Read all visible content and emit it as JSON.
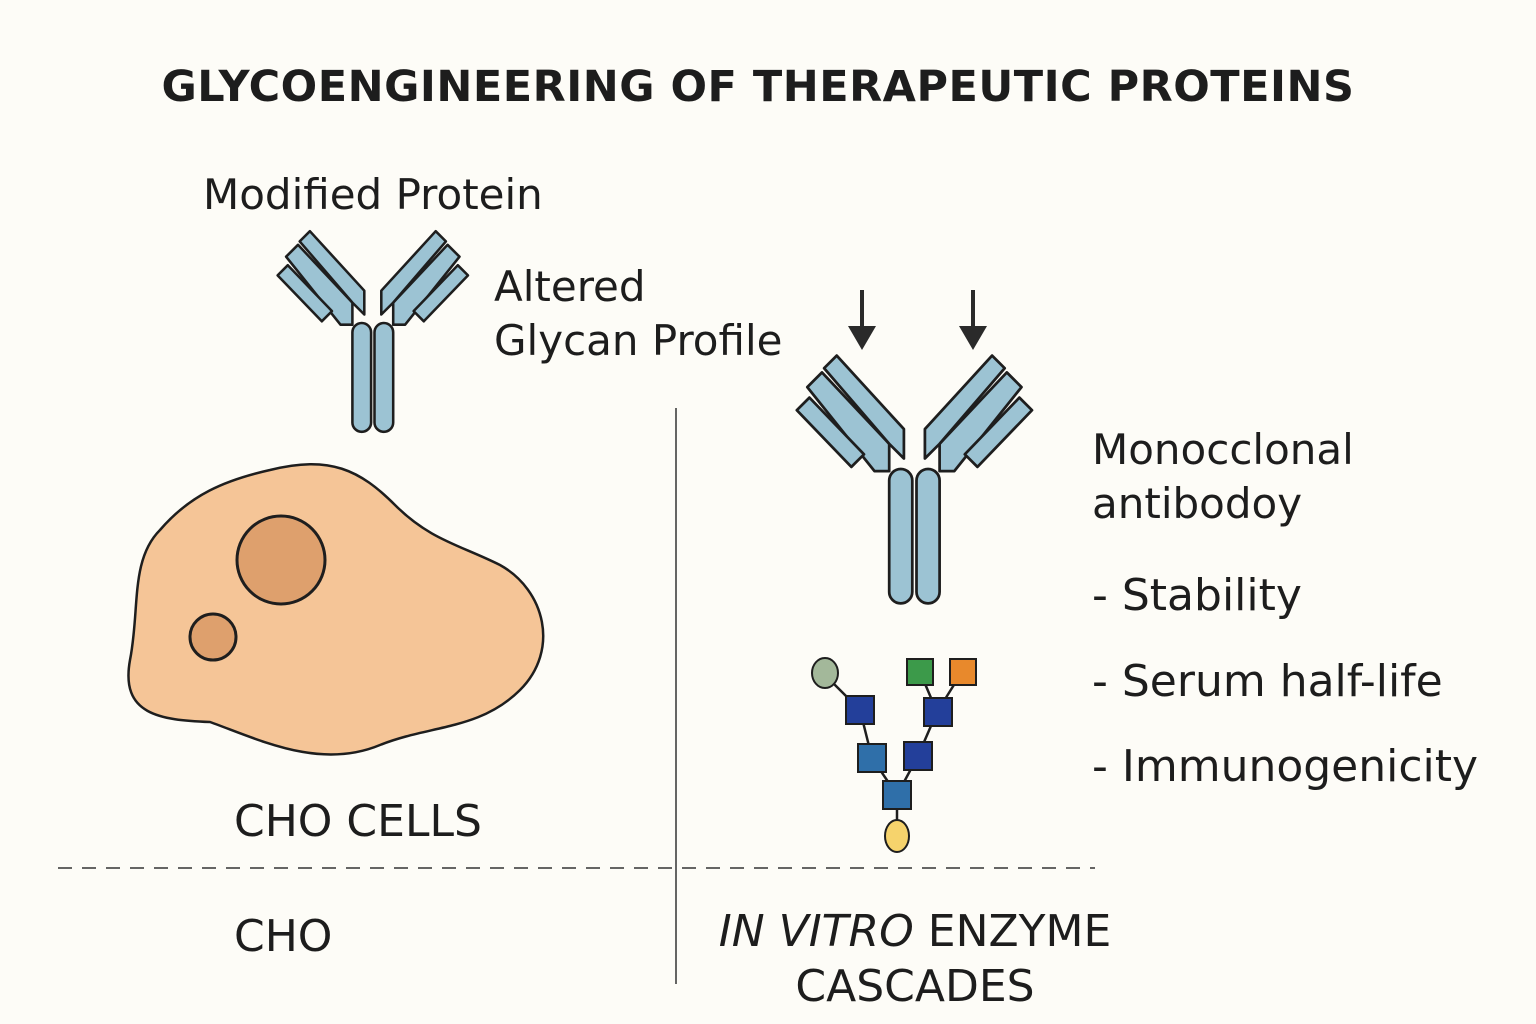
{
  "title": "GLYCOENGINEERING OF THERAPEUTIC PROTEINS",
  "left_panel": {
    "modified_protein_label": "Modified Protein",
    "altered_glycan_line1": "Altered",
    "altered_glycan_line2": "Glycan Profile",
    "cells_label": "CHO CELLS",
    "method_label": "CHO"
  },
  "right_panel": {
    "antibody_line1": "Monocclonal",
    "antibody_line2": "antibodoy",
    "properties": [
      "- Stability",
      "- Serum half-life",
      "- Immunogenicity"
    ],
    "method_italic": "IN VITRO",
    "method_rest": "ENZYME",
    "method_line2": "CASCADES"
  },
  "colors": {
    "background": "#fdfcf7",
    "antibody": "#9cc3d3",
    "cell_body": "#f5c597",
    "organelle": "#dea06d",
    "glycan_dark_blue": "#233f9a",
    "glycan_blue": "#2f6fa9",
    "glycan_green": "#3c9a4a",
    "glycan_orange": "#e8892c",
    "glycan_gray_green": "#a3b89a",
    "glycan_yellow": "#f6d36c"
  },
  "icons": [
    "antibody-icon",
    "cell-icon",
    "glycan-structure-icon",
    "arrow-down-icon"
  ]
}
